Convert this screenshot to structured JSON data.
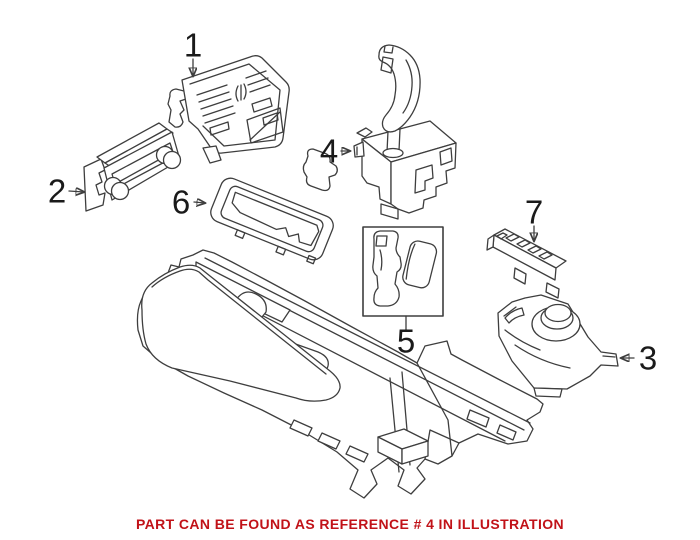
{
  "diagram": {
    "ink": "#3e3e3e",
    "labels": [
      {
        "number": "1"
      },
      {
        "number": "2"
      },
      {
        "number": "3"
      },
      {
        "number": "4"
      },
      {
        "number": "5"
      },
      {
        "number": "6"
      },
      {
        "number": "7"
      }
    ],
    "caption": {
      "text": "PART CAN BE FOUND AS REFERENCE # 4 IN ILLUSTRATION",
      "color": "#c11218"
    }
  }
}
